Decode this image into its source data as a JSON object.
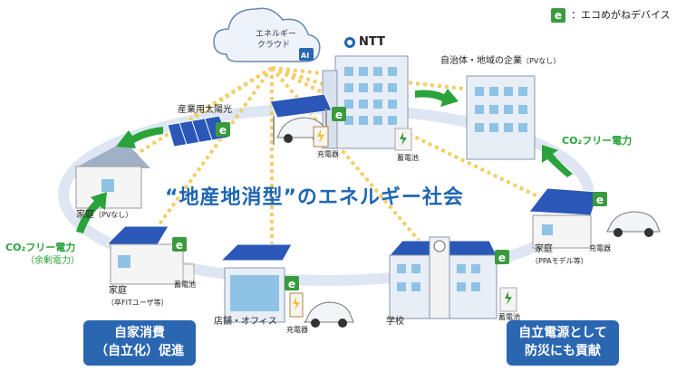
{
  "legend": {
    "badge": "e",
    "text": "：エコめがねデバイス"
  },
  "cloud": {
    "line1": "エネルギー",
    "line2": "クラウド",
    "ai_badge": "AI"
  },
  "ntt": {
    "label": "NTT"
  },
  "title": "“地産地消型”のエネルギー社会",
  "labels": {
    "sangyo_solar": "産業用太陽光",
    "jichitai": "自治体・地域の企業",
    "jichitai_sub": "（PVなし）",
    "katei_top": "家庭",
    "katei_top_sub": "（PVなし）",
    "katei_left": "家庭",
    "katei_left_sub": "（卒FITユーザ等）",
    "katei_right": "家庭",
    "katei_right_sub": "（PPAモデル等）",
    "tenpo": "店舗・オフィス",
    "gakko": "学校",
    "juden_center": "充電器",
    "chikuden_center": "蓄電池",
    "chikuden_left": "蓄電池",
    "juden_shop": "充電器",
    "juden_right": "充電器",
    "chikuden_school": "蓄電池"
  },
  "co2_right": {
    "text": "CO₂フリー電力"
  },
  "co2_left": {
    "text": "CO₂フリー電力",
    "sub": "（余剰電力）"
  },
  "box_left": {
    "line1": "自家消費",
    "line2": "（自立化）促進"
  },
  "box_right": {
    "line1": "自立電源として",
    "line2": "防災にも貢献"
  },
  "colors": {
    "green": "#2aa33a",
    "blue": "#2b66b1",
    "ring": "#dde6f2",
    "dots": "#f2cf67",
    "solar": "#2a57b8",
    "building": "#e8eef6",
    "window": "#8ec3e6"
  }
}
